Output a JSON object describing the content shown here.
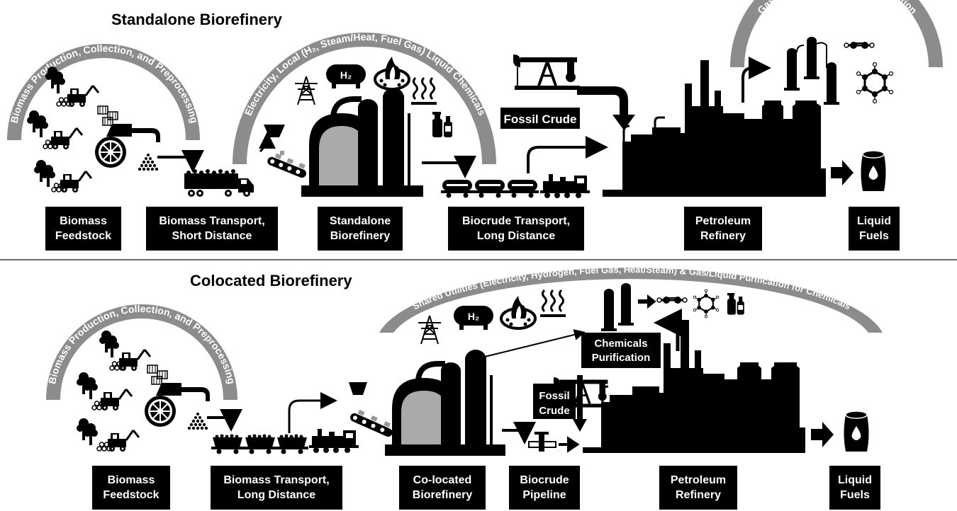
{
  "top": {
    "title": "Standalone Biorefinery",
    "arc_biomass": "Biomass Production, Collection, and Preprocessing",
    "arc_utilities": "Electricity, Local (H₂, Steam/Heat, Fuel Gas) Liquid Chemicals",
    "arc_purification": "Gas & Liquid Chemicals Purification",
    "fossil_crude": "Fossil Crude",
    "h2": "H₂",
    "labels": [
      {
        "l1": "Biomass",
        "l2": "Feedstock"
      },
      {
        "l1": "Biomass Transport,",
        "l2": "Short Distance"
      },
      {
        "l1": "Standalone",
        "l2": "Biorefinery"
      },
      {
        "l1": "Biocrude Transport,",
        "l2": "Long Distance"
      },
      {
        "l1": "Petroleum",
        "l2": "Refinery"
      },
      {
        "l1": "Liquid",
        "l2": "Fuels"
      }
    ]
  },
  "bottom": {
    "title": "Colocated Biorefinery",
    "arc_biomass": "Biomass Production, Collection, and Preprocessing",
    "arc_shared": "Shared Utilities (Electricity, Hydrogen, Fuel Gas, Heat/Steam) & Gas/Liquid Purification for Chemicals",
    "fossil_l1": "Fossil",
    "fossil_l2": "Crude",
    "chem_l1": "Chemicals",
    "chem_l2": "Purification",
    "h2": "H₂",
    "labels": [
      {
        "l1": "Biomass",
        "l2": "Feedstock"
      },
      {
        "l1": "Biomass Transport,",
        "l2": "Long Distance"
      },
      {
        "l1": "Co-located",
        "l2": "Biorefinery"
      },
      {
        "l1": "Biocrude",
        "l2": "Pipeline"
      },
      {
        "l1": "Petroleum",
        "l2": "Refinery"
      },
      {
        "l1": "Liquid",
        "l2": "Fuels"
      }
    ]
  }
}
